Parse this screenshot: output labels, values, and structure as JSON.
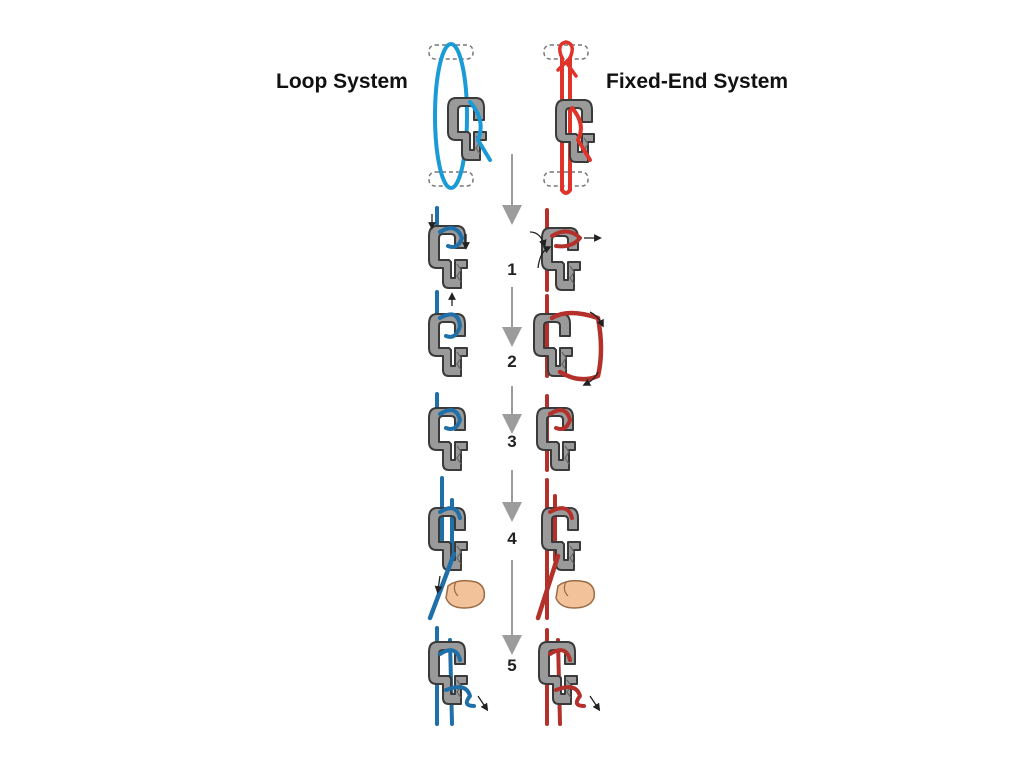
{
  "titles": {
    "loop": "Loop System",
    "fixed": "Fixed-End System"
  },
  "steps": [
    {
      "number": "1"
    },
    {
      "number": "2"
    },
    {
      "number": "3"
    },
    {
      "number": "4"
    },
    {
      "number": "5"
    }
  ],
  "colors": {
    "loop_cord": "#1a9ad6",
    "loop_cord_dark": "#1f6fa8",
    "fixed_cord": "#e0342a",
    "fixed_cord_dark": "#b3302b",
    "hook": "#9a9a9a",
    "hook_outline": "#3a3a3a",
    "arrow": "#9c9c9c",
    "hand": "#f2c29a",
    "anchor_outline": "#777777"
  },
  "icons": {
    "hook": "tensioner-hook-icon",
    "hand": "hand-icon",
    "anchor": "anchor-point-icon",
    "step_arrow": "down-arrow-icon"
  }
}
